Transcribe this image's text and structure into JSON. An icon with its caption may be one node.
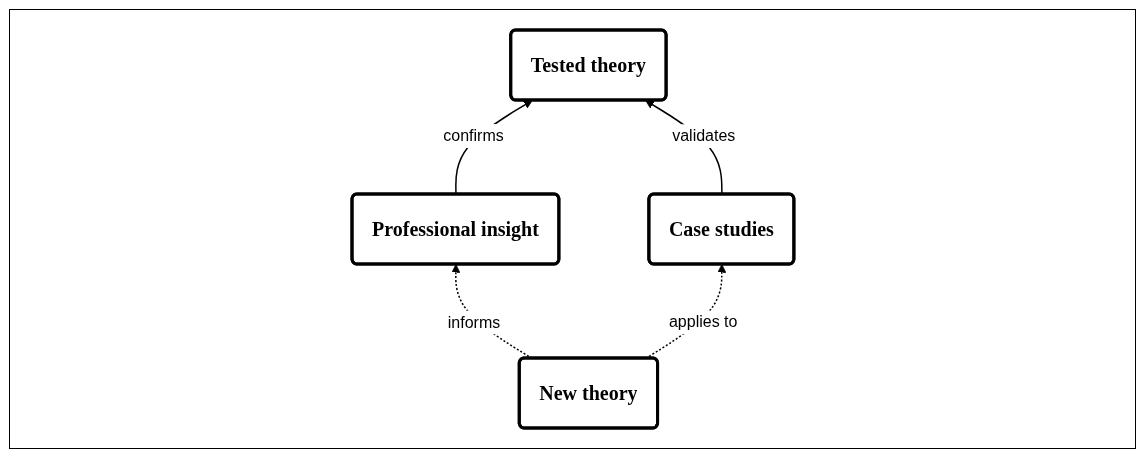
{
  "diagram": {
    "nodes": [
      {
        "text": [
          "Tested theory"
        ]
      },
      {
        "text": [
          "Professional insight"
        ]
      },
      {
        "text": [
          "New theory"
        ]
      },
      {
        "text": [
          "Case studies"
        ]
      }
    ],
    "edges": [
      {
        "from": 1,
        "to": 0,
        "arrow": "to",
        "label": "confirms"
      },
      {
        "from": 3,
        "to": 0,
        "arrow": "to",
        "label": "validates"
      },
      {
        "from": 2,
        "to": 1,
        "arrow": "to",
        "label": "informs",
        "style": "dashed"
      },
      {
        "from": 2,
        "to": 3,
        "arrow": "to",
        "label": "applies to",
        "style": "dashed"
      }
    ]
  }
}
